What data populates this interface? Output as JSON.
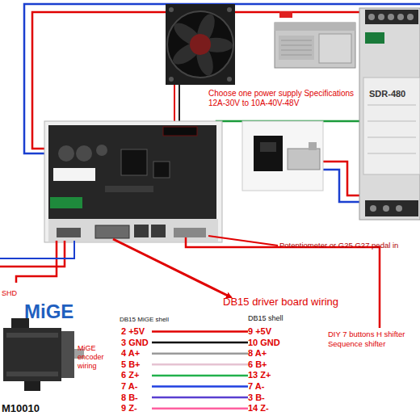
{
  "diagram": {
    "nodes": [
      {
        "text": [
          "SDR-480"
        ]
      },
      {
        "text": [
          "MiGE",
          "MiGE encoder wiring",
          "M10010"
        ]
      },
      {
        "text": [
          "2 +5V"
        ]
      },
      {
        "text": [
          "3 GND"
        ]
      },
      {
        "text": [
          "4 A+"
        ]
      },
      {
        "text": [
          "5 B+"
        ]
      },
      {
        "text": [
          "6 Z+"
        ]
      },
      {
        "text": [
          "7 A-"
        ]
      },
      {
        "text": [
          "8 B-"
        ]
      },
      {
        "text": [
          "9 Z-"
        ]
      },
      {
        "text": [
          "9 +5V"
        ]
      },
      {
        "text": [
          "10 GND"
        ]
      },
      {
        "text": [
          "8 A+"
        ]
      },
      {
        "text": [
          "6 B+"
        ]
      },
      {
        "text": [
          "13 Z+"
        ]
      },
      {
        "text": [
          "7 A-"
        ]
      },
      {
        "text": [
          "3 B-"
        ]
      },
      {
        "text": [
          "14 Z-"
        ]
      }
    ],
    "edges": [
      {
        "from": 2,
        "to": 10,
        "arrow": "none"
      },
      {
        "from": 3,
        "to": 11,
        "arrow": "none"
      },
      {
        "from": 4,
        "to": 12,
        "arrow": "none"
      },
      {
        "from": 5,
        "to": 13,
        "arrow": "none"
      },
      {
        "from": 6,
        "to": 14,
        "arrow": "none"
      },
      {
        "from": 7,
        "to": 15,
        "arrow": "none"
      },
      {
        "from": 8,
        "to": 16,
        "arrow": "none"
      },
      {
        "from": 9,
        "to": 17,
        "arrow": "none"
      }
    ],
    "labels": [
      "Choose one power supply Specifications 12A-30V to 10A-40V-48V",
      "Potentiometer or G25 G27 pedal in",
      "DB15 driver board wiring",
      "DIY 7 buttons H shifter Sequence shifter",
      "DB15 MiGE shell",
      "DB15 shell",
      "SHD"
    ]
  }
}
